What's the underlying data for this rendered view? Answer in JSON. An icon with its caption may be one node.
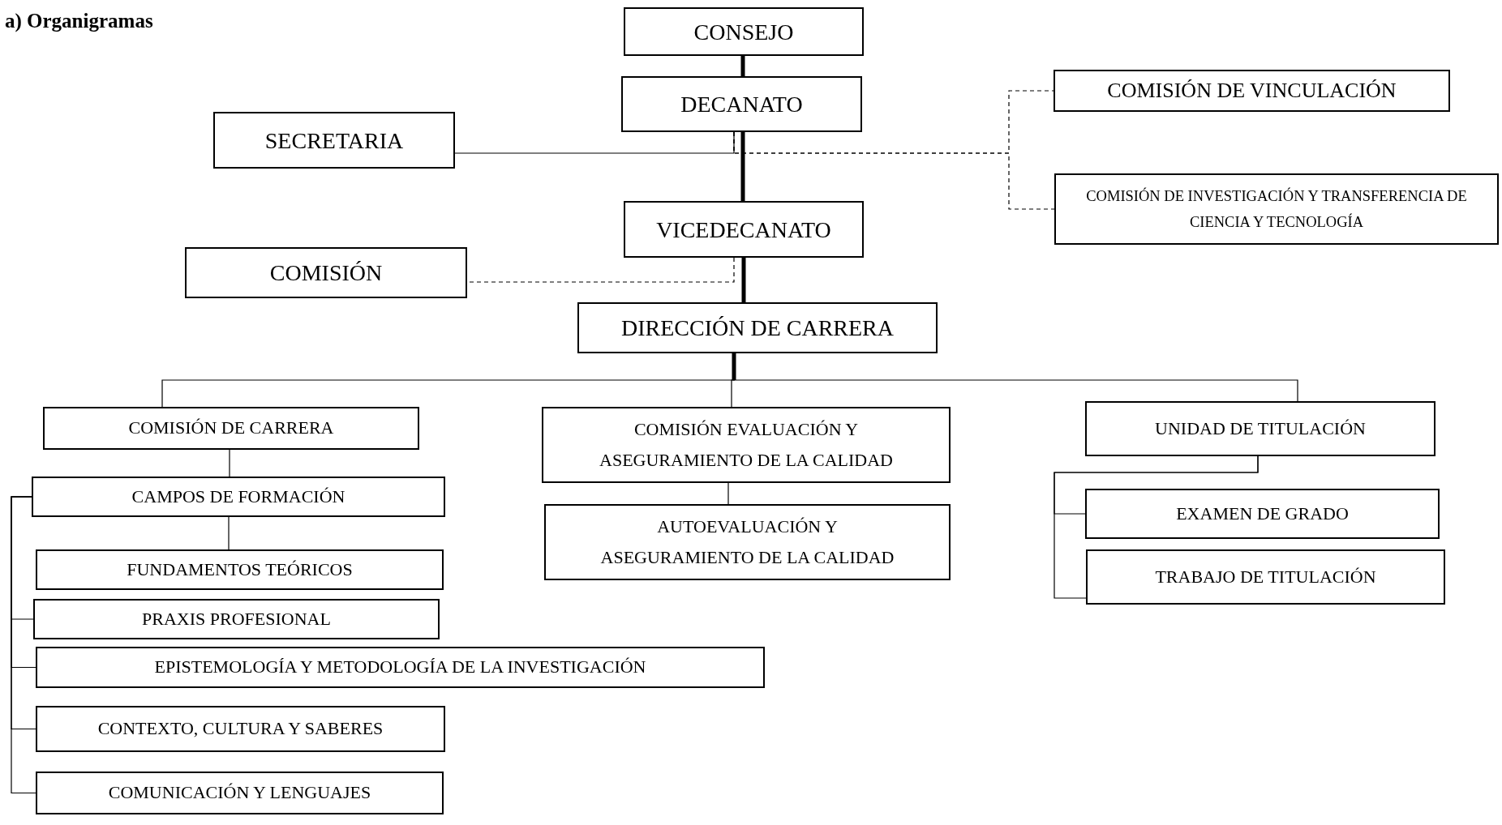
{
  "diagram": {
    "title": "a) Organigramas",
    "nodes": [
      {
        "text": [
          "CONSEJO"
        ]
      },
      {
        "text": [
          "DECANATO"
        ]
      },
      {
        "text": [
          "SECRETARIA"
        ]
      },
      {
        "text": [
          "COMISIÓN DE VINCULACIÓN"
        ]
      },
      {
        "text": [
          "COMISIÓN DE INVESTIGACIÓN Y TRANSFERENCIA DE CIENCIA Y TECNOLOGÍA"
        ]
      },
      {
        "text": [
          "VICEDECANATO"
        ]
      },
      {
        "text": [
          "COMISIÓN"
        ]
      },
      {
        "text": [
          "DIRECCIÓN DE CARRERA"
        ]
      },
      {
        "text": [
          "COMISIÓN DE CARRERA"
        ]
      },
      {
        "text": [
          "COMISIÓN EVALUACIÓN Y ASEGURAMIENTO DE LA CALIDAD"
        ]
      },
      {
        "text": [
          "UNIDAD DE TITULACIÓN"
        ]
      },
      {
        "text": [
          "CAMPOS DE FORMACIÓN"
        ]
      },
      {
        "text": [
          "AUTOEVALUACIÓN Y ASEGURAMIENTO DE LA CALIDAD"
        ]
      },
      {
        "text": [
          "EXAMEN DE GRADO"
        ]
      },
      {
        "text": [
          "TRABAJO DE TITULACIÓN"
        ]
      },
      {
        "text": [
          "FUNDAMENTOS TEÓRICOS"
        ]
      },
      {
        "text": [
          "PRAXIS PROFESIONAL"
        ]
      },
      {
        "text": [
          "EPISTEMOLOGÍA Y METODOLOGÍA DE LA INVESTIGACIÓN"
        ]
      },
      {
        "text": [
          "CONTEXTO, CULTURA Y SABERES"
        ]
      },
      {
        "text": [
          "COMUNICACIÓN Y LENGUAJES"
        ]
      }
    ],
    "edges": [
      {
        "from": 0,
        "to": 1,
        "arrow": "none",
        "style": "thick"
      },
      {
        "from": 1,
        "to": 5,
        "arrow": "none",
        "style": "thick"
      },
      {
        "from": 5,
        "to": 7,
        "arrow": "none",
        "style": "thick"
      },
      {
        "from": 1,
        "to": 2,
        "arrow": "none"
      },
      {
        "from": 1,
        "to": 3,
        "arrow": "none",
        "style": "dashed"
      },
      {
        "from": 1,
        "to": 4,
        "arrow": "none",
        "style": "dashed"
      },
      {
        "from": 5,
        "to": 6,
        "arrow": "none",
        "style": "dashed"
      },
      {
        "from": 7,
        "to": 8,
        "arrow": "none"
      },
      {
        "from": 7,
        "to": 9,
        "arrow": "none"
      },
      {
        "from": 7,
        "to": 10,
        "arrow": "none"
      },
      {
        "from": 8,
        "to": 11,
        "arrow": "none"
      },
      {
        "from": 11,
        "to": 15,
        "arrow": "none"
      },
      {
        "from": 11,
        "to": 16,
        "arrow": "none"
      },
      {
        "from": 11,
        "to": 17,
        "arrow": "none"
      },
      {
        "from": 11,
        "to": 18,
        "arrow": "none"
      },
      {
        "from": 11,
        "to": 19,
        "arrow": "none"
      },
      {
        "from": 9,
        "to": 12,
        "arrow": "none"
      },
      {
        "from": 10,
        "to": 13,
        "arrow": "none"
      },
      {
        "from": 10,
        "to": 14,
        "arrow": "none"
      }
    ]
  }
}
